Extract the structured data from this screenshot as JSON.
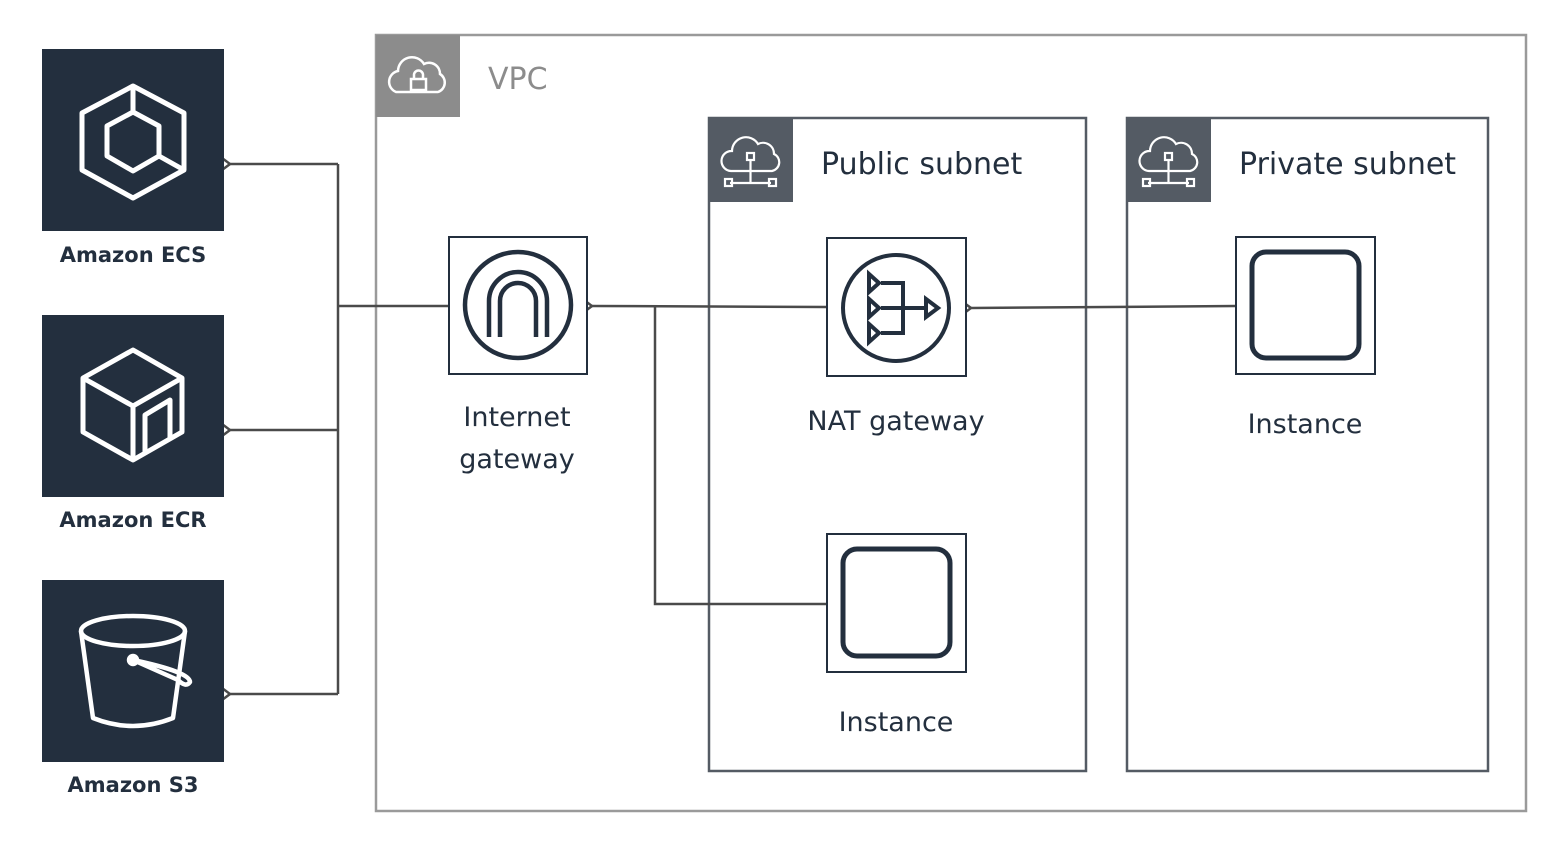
{
  "services": [
    {
      "name": "ecs",
      "label": "Amazon ECS",
      "icon": "ecs-icon"
    },
    {
      "name": "ecr",
      "label": "Amazon ECR",
      "icon": "ecr-icon"
    },
    {
      "name": "s3",
      "label": "Amazon S3",
      "icon": "s3-bucket-icon"
    }
  ],
  "vpc": {
    "label": "VPC",
    "icon": "vpc-cloud-lock-icon"
  },
  "public_subnet": {
    "label": "Public subnet",
    "icon": "subnet-cloud-icon"
  },
  "private_subnet": {
    "label": "Private subnet",
    "icon": "subnet-cloud-icon"
  },
  "internet_gateway": {
    "line1": "Internet",
    "line2": "gateway",
    "icon": "internet-gateway-icon"
  },
  "nat_gateway": {
    "label": "NAT gateway",
    "icon": "nat-gateway-icon"
  },
  "public_instance": {
    "label": "Instance",
    "icon": "instance-icon"
  },
  "private_instance": {
    "label": "Instance",
    "icon": "instance-icon"
  },
  "colors": {
    "dark": "#232f3e",
    "line": "#4a4a4a",
    "vpc_border": "#9a9a9a",
    "vpc_header": "#8c8c8c",
    "subnet_header": "#545b64"
  }
}
